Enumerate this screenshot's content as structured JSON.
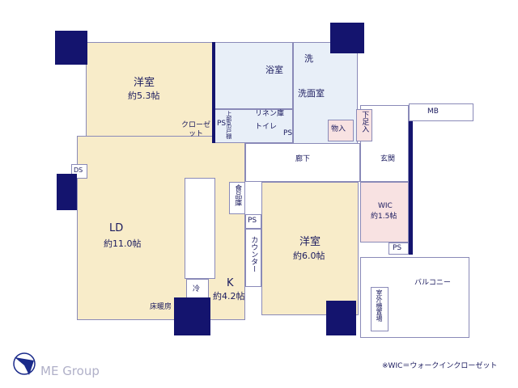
{
  "rooms": {
    "western1": {
      "name": "洋室",
      "area": "約5.3帖"
    },
    "closet": "クローゼット",
    "ld": {
      "name": "LD",
      "area": "約11.0帖"
    },
    "kitchen": {
      "name": "K",
      "area": "約4.2帖"
    },
    "floor_heating": "床暖房",
    "fridge": "冷",
    "pantry": "食品庫",
    "counter": "カウンター",
    "western2": {
      "name": "洋室",
      "area": "約6.0帖"
    },
    "bath": "浴室",
    "washer": "洗",
    "washroom": "洗面室",
    "linen": "リネン庫",
    "toilet": "トイレ",
    "upper_cabinet": "上部吊戸棚",
    "storage": "物入",
    "shoe": "下足入",
    "hall": "廊下",
    "entrance": "玄関",
    "wic": {
      "name": "WIC",
      "area": "約1.5帖"
    },
    "balcony": "バルコニー",
    "ac_unit": "室外機置場",
    "mb": "MB",
    "ps": "PS",
    "ds": "DS"
  },
  "note": "※WIC＝ウォークインクローゼット",
  "logo": {
    "text": "ME Group"
  },
  "colors": {
    "wall": "#14146e",
    "room": "#f8ecc9",
    "wet": "#e8eff8",
    "storage": "#f8e2e2"
  }
}
